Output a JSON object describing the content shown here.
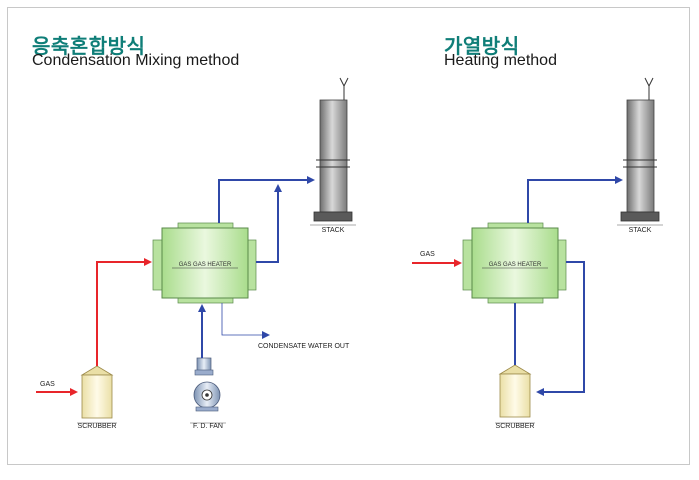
{
  "left_panel": {
    "title_ko": "응축혼합방식",
    "title_en": "Condensation Mixing method",
    "heater_label": "GAS GAS HEATER",
    "stack_label": "STACK",
    "scrubber_label": "SCRUBBER",
    "fan_label": "F. D. FAN",
    "gas_label": "GAS",
    "condensate_label": "CONDENSATE WATER OUT"
  },
  "right_panel": {
    "title_ko": "가열방식",
    "title_en": "Heating method",
    "heater_label": "GAS GAS HEATER",
    "stack_label": "STACK",
    "scrubber_label": "SCRUBBER",
    "gas_label": "GAS"
  },
  "colors": {
    "title_accent": "#0f7e78",
    "gas_line": "#e8252a",
    "air_line": "#2f48a8",
    "heater_fill": "#c8ebb0",
    "scrubber_fill": "#f6efc8"
  }
}
